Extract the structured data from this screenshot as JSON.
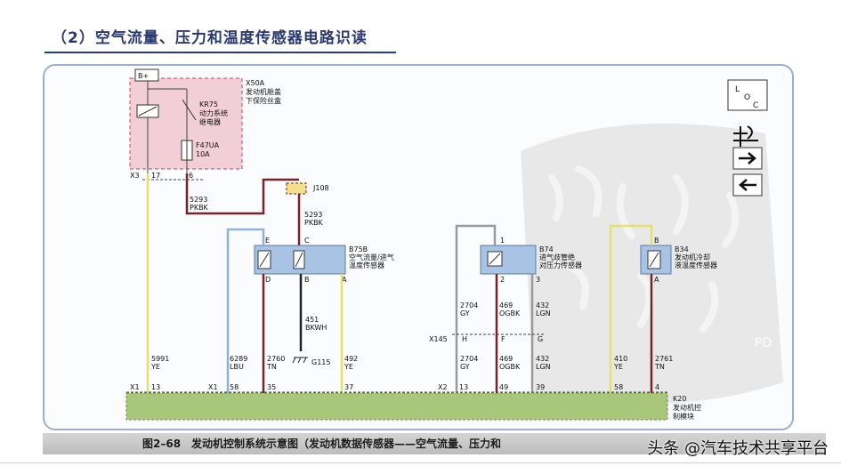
{
  "title": "（2）空气流量、压力和温度传感器电路识读",
  "caption": "图2–68　发动机控制系统示意图（发动机数据传感器——空气流量、压力和",
  "watermark": "头条 @汽车技术共享平台",
  "corner_mark": "PD",
  "fuse_box": {
    "supply": "B+",
    "id": "X50A",
    "name_1": "发动机舱盖",
    "name_2": "下保险丝盒",
    "relay_id": "KR75",
    "relay_name_1": "动力系统",
    "relay_name_2": "继电器",
    "fuse_id": "F47UA",
    "fuse_rating": "10A",
    "connector": "X3",
    "pin_a": "17",
    "pin_b": "6"
  },
  "wires": {
    "w5293": "5293",
    "w5293_color": "PKBK",
    "w5293b": "5293",
    "w5293b_color": "PKBK",
    "w5991": "5991",
    "w5991_color": "YE",
    "w6289": "6289",
    "w6289_color": "LBU",
    "w2760": "2760",
    "w2760_color": "TN",
    "w451": "451",
    "w451_color": "BKWH",
    "w492": "492",
    "w492_color": "YE",
    "w2704a": "2704",
    "w2704a_color": "GY",
    "w469a": "469",
    "w469a_color": "OGBK",
    "w432a": "432",
    "w432a_color": "LGN",
    "w2704b": "2704",
    "w2704b_color": "GY",
    "w469b": "469",
    "w469b_color": "OGBK",
    "w432b": "432",
    "w432b_color": "LGN",
    "w410": "410",
    "w410_color": "YE",
    "w2761": "2761",
    "w2761_color": "TN"
  },
  "splice": "J108",
  "ground": "G115",
  "sensors": {
    "b75b_id": "B75B",
    "b75b_name_1": "空气流量/进气",
    "b75b_name_2": "温度传感器",
    "b75b_pins": [
      "E",
      "C",
      "D",
      "B",
      "A"
    ],
    "b74_id": "B74",
    "b74_name_1": "进气歧管绝",
    "b74_name_2": "对压力传感器",
    "b74_pins": [
      "1",
      "2",
      "3"
    ],
    "b34_id": "B34",
    "b34_name_1": "发动机冷却",
    "b34_name_2": "液温度传感器",
    "b34_pins": [
      "B",
      "A"
    ]
  },
  "inline_connector": {
    "id": "X145",
    "pins": [
      "H",
      "F",
      "G"
    ]
  },
  "ecm": {
    "id": "K20",
    "name_1": "发动机控",
    "name_2": "制模块",
    "connectors": [
      "X1",
      "X1",
      "X2"
    ],
    "pins": [
      "13",
      "58",
      "35",
      "37",
      "13",
      "49",
      "39",
      "58",
      "4"
    ]
  },
  "legend_labels": [
    "L",
    "O",
    "C"
  ],
  "colors": {
    "fuse_box_fill": "#f2cfd6",
    "fuse_box_border": "#c9415c",
    "ecm_fill": "#a9c77a",
    "wire_yellow": "#e8e06a",
    "wire_darkred": "#7a2226",
    "wire_blue": "#8cb4d8",
    "wire_gray": "#9a9a9a",
    "sensor_fill": "#a9c3e4",
    "title_color": "#2a3a6e"
  }
}
